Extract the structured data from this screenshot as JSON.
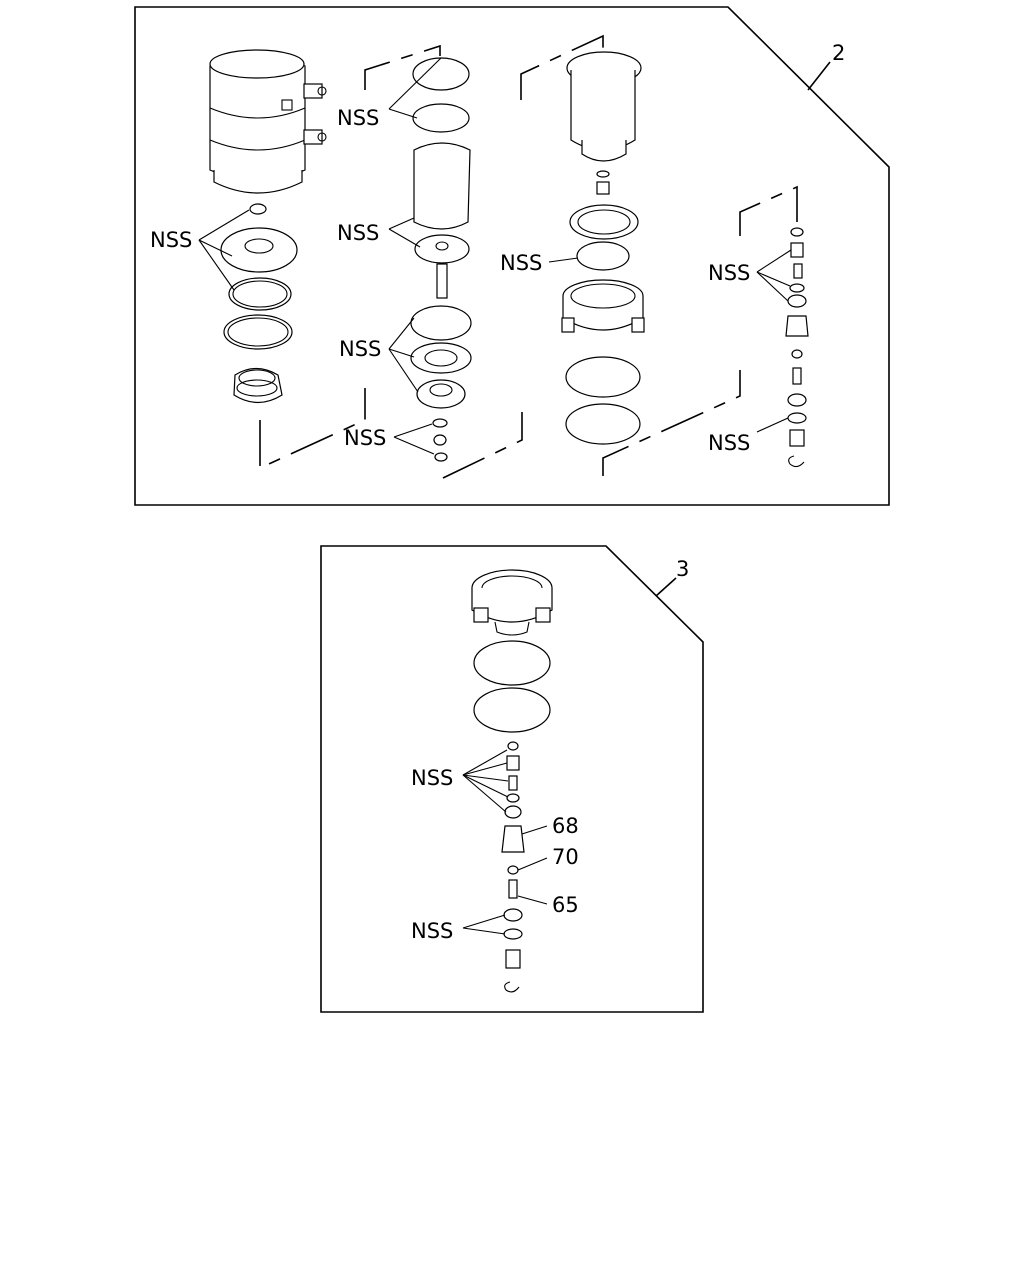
{
  "diagram": {
    "panel_top": {
      "figure_number": "2",
      "callouts": [
        "NSS",
        "NSS",
        "NSS",
        "NSS",
        "NSS",
        "NSS",
        "NSS"
      ]
    },
    "panel_bottom": {
      "figure_number": "3",
      "callouts": [
        "NSS",
        "NSS"
      ],
      "part_numbers": [
        "68",
        "70",
        "65"
      ]
    }
  }
}
